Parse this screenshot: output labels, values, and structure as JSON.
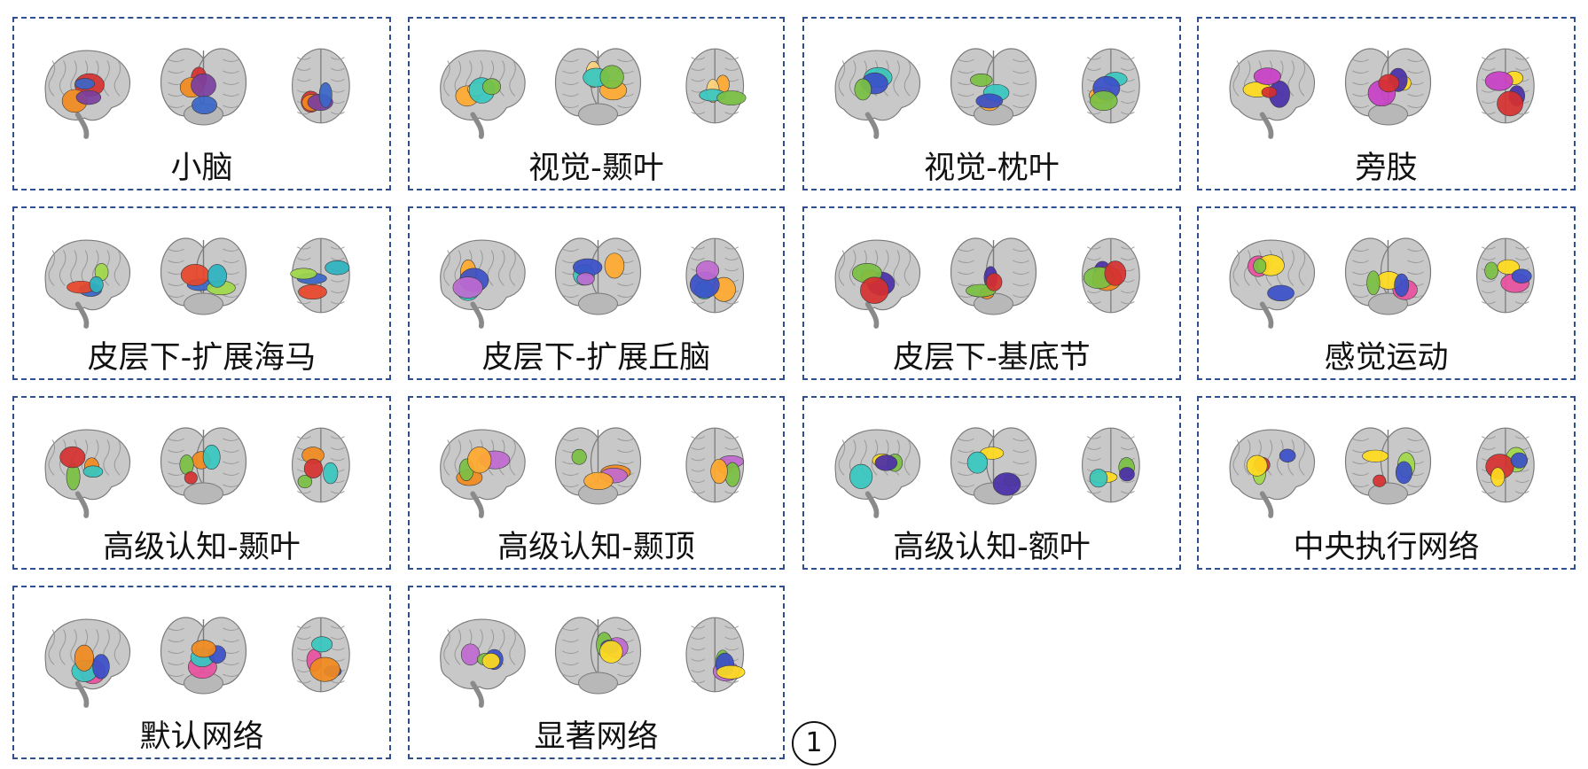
{
  "figure_number": "1",
  "panels": [
    {
      "label": "小脑",
      "colors": [
        "#d63030",
        "#f28a1e",
        "#7b3fa0",
        "#3a66c8",
        "#e84fa0",
        "#2bb3c0"
      ]
    },
    {
      "label": "视觉-颞叶",
      "colors": [
        "#ffa92e",
        "#ffd27a",
        "#36c7c0",
        "#7ac043",
        "#c06ad0",
        "#3b4fc8"
      ]
    },
    {
      "label": "视觉-枕叶",
      "colors": [
        "#ffa92e",
        "#36c7c0",
        "#3b4fc8",
        "#7ac043",
        "#d63030",
        "#c06ad0"
      ]
    },
    {
      "label": "旁肢",
      "colors": [
        "#ffdb1e",
        "#4a2fa8",
        "#c93fc6",
        "#d63030",
        "#f28a1e",
        "#2bb3c0"
      ]
    },
    {
      "label": "皮层下-扩展海马",
      "colors": [
        "#3a66c8",
        "#9fd84a",
        "#e8452a",
        "#2bb3c0",
        "#f28a1e",
        "#c06ad0"
      ]
    },
    {
      "label": "皮层下-扩展丘脑",
      "colors": [
        "#ffa92e",
        "#36c7c0",
        "#3b4fc8",
        "#c06ad0",
        "#7ac043",
        "#d63030"
      ]
    },
    {
      "label": "皮层下-基底节",
      "colors": [
        "#4a2fa8",
        "#f28a1e",
        "#7ac043",
        "#d63030",
        "#36c7c0",
        "#ffdb1e"
      ]
    },
    {
      "label": "感觉运动",
      "colors": [
        "#e84fa0",
        "#ffdb1e",
        "#7ac043",
        "#3b4fc8",
        "#f28a1e",
        "#c06ad0"
      ]
    },
    {
      "label": "高级认知-颞叶",
      "colors": [
        "#f28a1e",
        "#36c7c0",
        "#7ac043",
        "#d63030",
        "#3b4fc8",
        "#ffdb1e"
      ]
    },
    {
      "label": "高级认知-颞顶",
      "colors": [
        "#f28a1e",
        "#c06ad0",
        "#7ac043",
        "#ffa92e",
        "#d63030",
        "#36c7c0"
      ]
    },
    {
      "label": "高级认知-额叶",
      "colors": [
        "#ffdb1e",
        "#36c7c0",
        "#7ac043",
        "#4a2fa8",
        "#f28a1e",
        "#d63030"
      ]
    },
    {
      "label": "中央执行网络",
      "colors": [
        "#9fd84a",
        "#d63030",
        "#3b4fc8",
        "#ffdb1e",
        "#f28a1e",
        "#7ac043"
      ]
    },
    {
      "label": "默认网络",
      "colors": [
        "#e84fa0",
        "#36c7c0",
        "#3b4fc8",
        "#f28a1e",
        "#c06ad0",
        "#ffdb1e"
      ]
    },
    {
      "label": "显著网络",
      "colors": [
        "#c06ad0",
        "#7ac043",
        "#3b4fc8",
        "#ffdb1e",
        "#d63030",
        "#36c7c0"
      ]
    }
  ]
}
